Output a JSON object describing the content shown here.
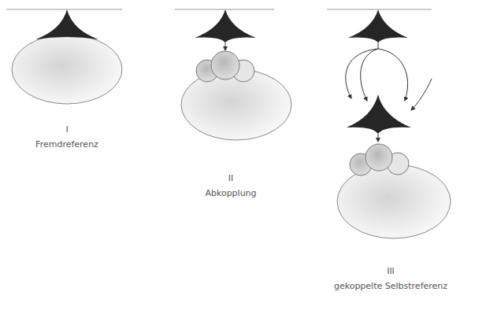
{
  "diagram": {
    "labels": [
      "I",
      "Fremdreferenz",
      "II",
      "Abkopplung",
      "III",
      "gekoppelte Selbstreferenz"
    ]
  }
}
